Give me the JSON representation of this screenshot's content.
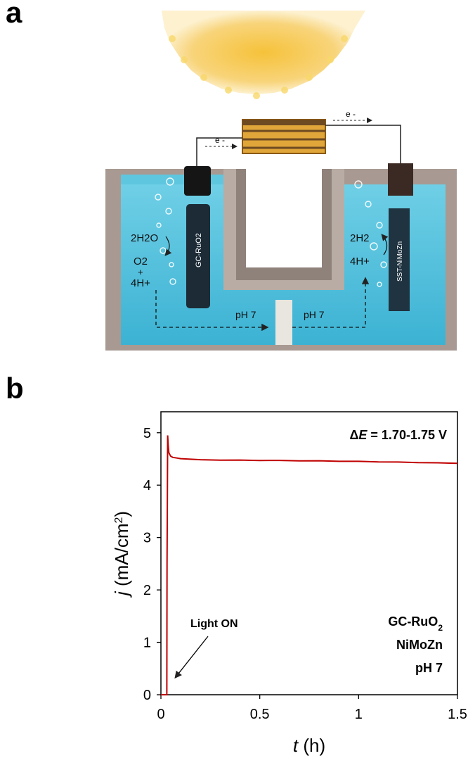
{
  "panels": {
    "a": "a",
    "b": "b"
  },
  "diagram": {
    "electron_label": "e -",
    "anode_label": "GC-RuO2",
    "cathode_label": "SST-NiMoZn",
    "left_reaction": {
      "line1": "2H2O",
      "line2": "O2",
      "line3": "+",
      "line4": "4H+"
    },
    "right_reaction": {
      "line1": "2H2",
      "line2": "4H+"
    },
    "ph_left": "pH 7",
    "ph_right": "pH 7",
    "colors": {
      "water": "#4fc0dc",
      "walls": "#a89a92",
      "sun": "#f7c94a",
      "battery": "#d99a2b"
    }
  },
  "chart_data": {
    "type": "line",
    "xlabel_var": "t",
    "xlabel_unit": "(h)",
    "ylabel_var": "j",
    "ylabel_unit": "(mA/cm",
    "ylabel_sup": "2",
    "ylabel_close": ")",
    "xlim": [
      0,
      1.5
    ],
    "ylim": [
      0,
      5.4
    ],
    "xticks": [
      0,
      0.5,
      1,
      1.5
    ],
    "xtick_labels": [
      "0",
      "0.5",
      "1",
      "1.5"
    ],
    "yticks": [
      0,
      1,
      2,
      3,
      4,
      5
    ],
    "ytick_labels": [
      "0",
      "1",
      "2",
      "3",
      "4",
      "5"
    ],
    "annotation_voltage": {
      "delta": "Δ",
      "var": "E",
      "rest": " = 1.70-1.75 V"
    },
    "annotation_light": "Light ON",
    "legend_lines": [
      "GC-RuO",
      "NiMoZn",
      "pH 7"
    ],
    "legend_sub": "2",
    "series": [
      {
        "color": "#c00000",
        "x": [
          0,
          0.03,
          0.031,
          0.034,
          0.037,
          0.04,
          0.045,
          0.05,
          0.06,
          0.08,
          0.1,
          0.15,
          0.2,
          0.3,
          0.4,
          0.5,
          0.6,
          0.7,
          0.8,
          0.9,
          1.0,
          1.1,
          1.2,
          1.3,
          1.4,
          1.5
        ],
        "y": [
          0,
          0,
          2.5,
          4.95,
          4.75,
          4.62,
          4.58,
          4.55,
          4.53,
          4.52,
          4.51,
          4.5,
          4.49,
          4.48,
          4.48,
          4.47,
          4.47,
          4.46,
          4.46,
          4.45,
          4.45,
          4.44,
          4.44,
          4.43,
          4.43,
          4.42
        ]
      }
    ]
  }
}
